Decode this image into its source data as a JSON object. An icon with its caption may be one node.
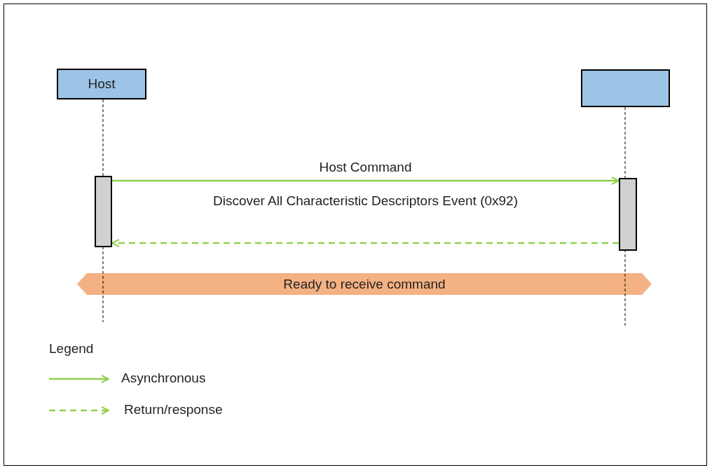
{
  "diagram": {
    "nodes": [
      {
        "text": [
          "Host"
        ]
      },
      {
        "text": [],
        "shape": "box"
      },
      {
        "text": [],
        "shape": "bar"
      },
      {
        "text": [],
        "shape": "bar"
      },
      {
        "text": [
          "Ready to receive command"
        ]
      }
    ],
    "edges": [
      {
        "from": 2,
        "to": 3,
        "arrow": "to",
        "label": "Host Command"
      },
      {
        "from": 3,
        "to": 2,
        "arrow": "to",
        "label": "Discover All Characteristic Descriptors Event (0x92)",
        "style": "dashed"
      }
    ],
    "labels": [
      "Legend"
    ],
    "legend": [
      {
        "text": "Asynchronous"
      },
      {
        "text": "Return/response"
      }
    ]
  }
}
